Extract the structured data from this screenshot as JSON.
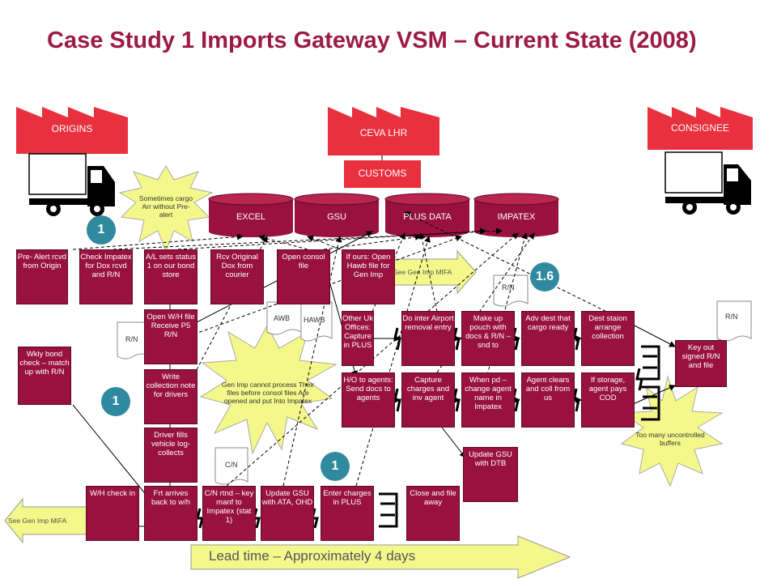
{
  "title": "Case Study 1 Imports Gateway VSM – Current State (2008)",
  "entities": {
    "origins": "ORIGINS",
    "ceva": "CEVA LHR",
    "customs": "CUSTOMS",
    "consignee": "CONSIGNEE"
  },
  "systems": [
    "EXCEL",
    "GSU",
    "PLUS DATA",
    "IMPATEX"
  ],
  "processes": {
    "prealert": "Pre- Alert rcvd from Origin",
    "check_impatex": "Check Impatex for Dox rcvd and R/N",
    "al_sets": "A/L sets status 1 on our bond store",
    "rcv_original": "Rcv Original Dox from courier",
    "open_consol": "Open consol file",
    "if_ours": "If ours: Open Hawb file for Gen Imp",
    "open_wh": "Open W/H file Receive P5 R/N",
    "write_collection": "Write collection note for drivers",
    "driver_fills": "Driver fills vehicle log- collects",
    "wkly_bond": "Wkly bond check – match up with R/N",
    "other_uk": "Other Uk Offices: Capture in PLUS",
    "do_inter": "Do inter Airport removal entry",
    "make_up": "Make up pouch with docs & R/N – snd to",
    "adv_dest": "Adv dest that cargo ready",
    "dest_station": "Dest staion arrange collection",
    "key_out": "Key out signed R/N and file",
    "ho_agents": "H/O to agents: Send docs to agents",
    "capture_charges": "Capture charges and inv agent",
    "when_pd": "When pd – change agent name in Impatex",
    "agent_clears": "Agent clears and coll from us",
    "if_storage": "If storage, agent pays COD",
    "update_gsu_dtb": "Update GSU with DTB",
    "wh_check": "W/H check in",
    "frt_arrives": "Frt arrives back to w/h",
    "cn_rtnd": "C/N rtnd – key manf to Impatex (stat 1)",
    "update_gsu_ata": "Update GSU with ATA, OHD",
    "enter_charges": "Enter charges in PLUS",
    "close_file": "Close and file away"
  },
  "documents": {
    "awb": "AWB",
    "hawb": "HAWB",
    "rn1": "R/N",
    "rn2": "R/N",
    "rn3": "R/N",
    "cn": "C/N"
  },
  "badges": [
    "1",
    "1.6",
    "1",
    "1"
  ],
  "notes": {
    "sometimes": "Sometimes cargo Arr without Pre-alert",
    "gen_imp": "Gen Imp cannot process Their files before consol files Are opened and put Into Impatex",
    "too_many": "Too many uncontrolled buffers"
  },
  "mifa_top": "See Gen Imp MIFA",
  "mifa_left": "See Gen Imp MIFA",
  "lead_time": "Lead time – Approximately 4 days"
}
